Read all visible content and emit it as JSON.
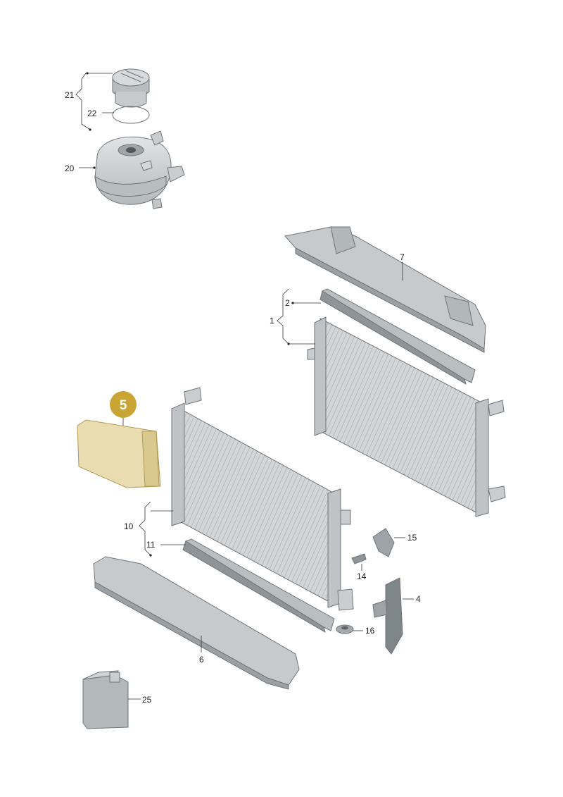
{
  "labels": {
    "l1": "1",
    "l2": "2",
    "l4": "4",
    "l5": "5",
    "l6": "6",
    "l7": "7",
    "l10": "10",
    "l11": "11",
    "l14": "14",
    "l15": "15",
    "l16": "16",
    "l20": "20",
    "l21": "21",
    "l22": "22",
    "l25": "25"
  },
  "colors": {
    "part_fill": "#c9cdcf",
    "part_shade": "#a9aeb1",
    "highlight_part": "#e8dcb0",
    "highlight_badge": "#c9a535",
    "badge_text": "#ffffff"
  }
}
